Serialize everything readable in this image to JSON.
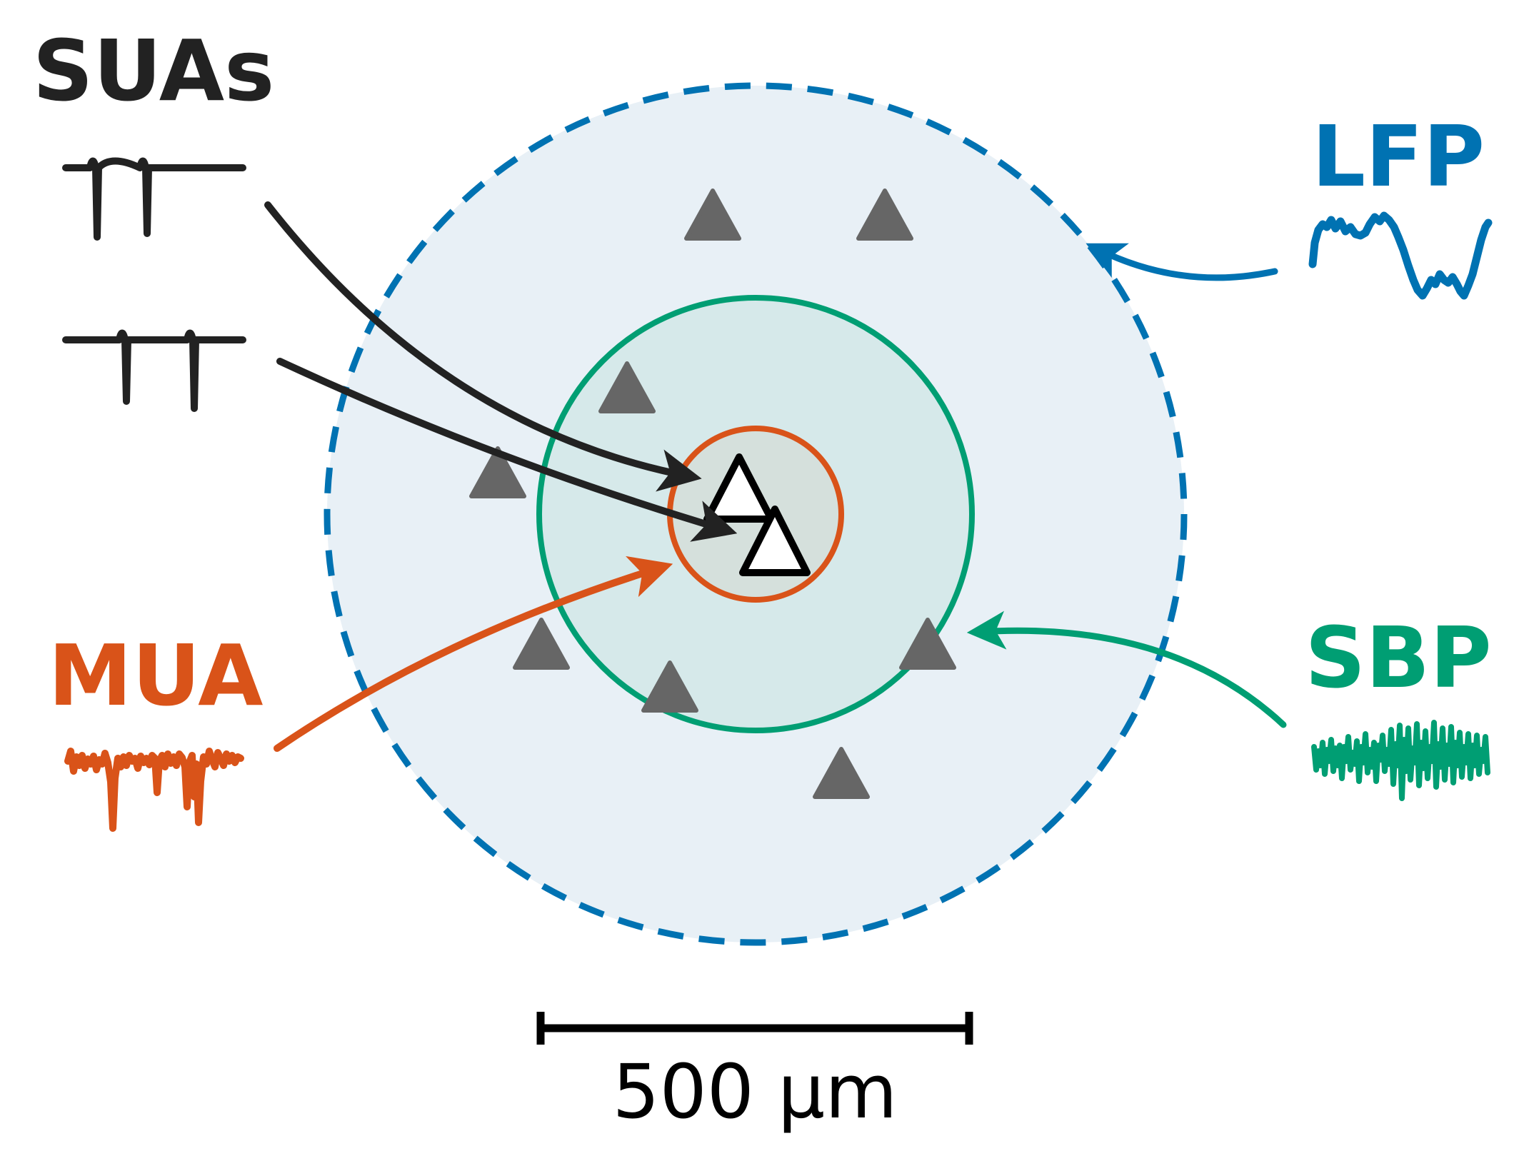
{
  "labels": {
    "suas": "SUAs",
    "lfp": "LFP",
    "mua": "MUA",
    "sbp": "SBP"
  },
  "scale_bar": {
    "text": "500 µm"
  },
  "colors": {
    "suas": "#222222",
    "lfp": "#0072b2",
    "mua": "#d95319",
    "sbp": "#009e73",
    "outer_fill": "#e8f0f6",
    "middle_fill": "#d6e9ea",
    "inner_fill": "#d5e0dc",
    "electrode": "#666666"
  }
}
